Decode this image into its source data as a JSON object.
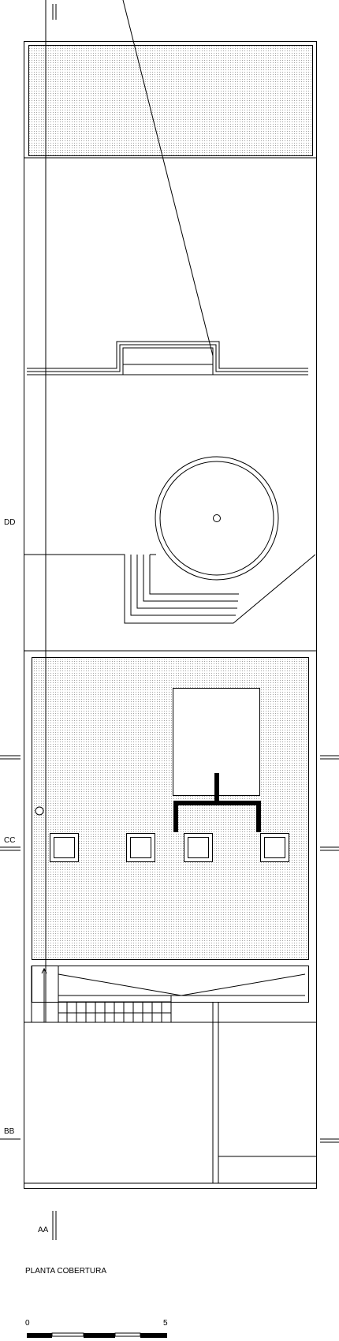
{
  "drawing": {
    "title": "PLANTA COBERTURA",
    "section_labels": {
      "aa": "AA",
      "bb": "BB",
      "cc": "CC",
      "dd": "DD"
    },
    "scale_bar": {
      "start_label": "0",
      "end_label": "5"
    }
  }
}
